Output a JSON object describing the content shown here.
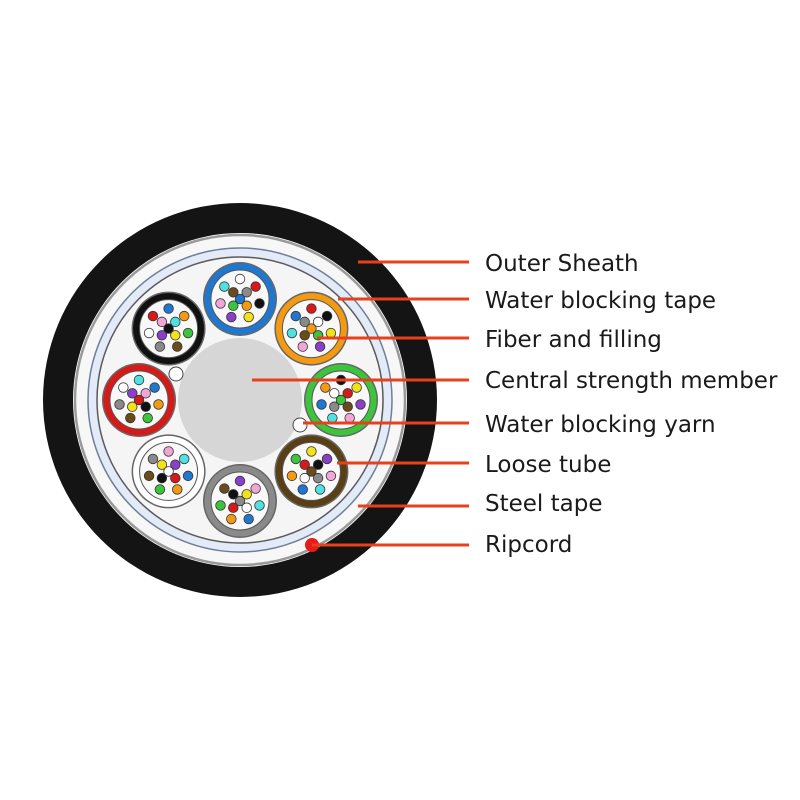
{
  "colors": {
    "outer_sheath": "#141414",
    "steel_tape": "#bdbdbd",
    "water_blocking_tape": "#dbe5f7",
    "filling": "#f6f6f6",
    "central_member": "#d6d6d6",
    "leader": "#e8401c",
    "ripcord": "#e81a1a",
    "fiber_colors": [
      "#1f77d0",
      "#f39a12",
      "#3cc43c",
      "#6b4a1c",
      "#8a8a8a",
      "#ffffff",
      "#d61a1a",
      "#111111",
      "#f2e21a",
      "#8a3fc9",
      "#f2a6d6",
      "#4fe0e0"
    ]
  },
  "tubes": [
    {
      "name": "blue",
      "color": "#1f77d0"
    },
    {
      "name": "orange",
      "color": "#f39a12"
    },
    {
      "name": "green",
      "color": "#3cc43c"
    },
    {
      "name": "brown",
      "color": "#5a3e14"
    },
    {
      "name": "gray",
      "color": "#8a8a8a"
    },
    {
      "name": "white",
      "color": "#ffffff"
    },
    {
      "name": "red",
      "color": "#d61a1a"
    },
    {
      "name": "black",
      "color": "#111111"
    }
  ],
  "labels": {
    "outer_sheath": "Outer Sheath",
    "water_blocking_tape": "Water blocking tape",
    "fiber_and_filling": "Fiber and filling",
    "central_strength_member": "Central strength member",
    "water_blocking_yarn": "Water blocking yarn",
    "loose_tube": "Loose tube",
    "steel_tape": "Steel tape",
    "ripcord": "Ripcord"
  }
}
